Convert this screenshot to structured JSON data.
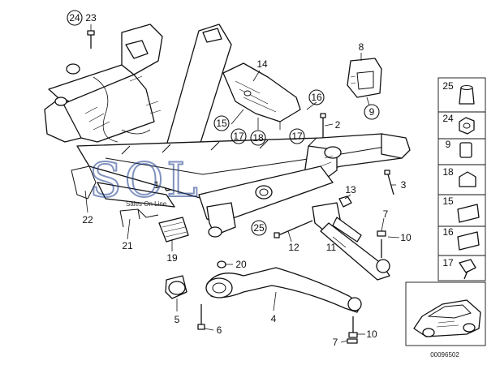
{
  "callouts": {
    "c24": "24",
    "c23": "23",
    "c14": "14",
    "c8": "8",
    "c9": "9",
    "c16": "16",
    "c15": "15",
    "c17a": "17",
    "c18": "18",
    "c17b": "17",
    "c2": "2",
    "c13": "13",
    "c3": "3",
    "c22": "22",
    "c21": "21",
    "c19": "19",
    "c25": "25",
    "c12": "12",
    "c7a": "7",
    "c10a": "10",
    "c11": "11",
    "c20": "20",
    "c5": "5",
    "c6": "6",
    "c4": "4",
    "c7b": "7",
    "c10b": "10",
    "c1": "1"
  },
  "side_panel": {
    "items": [
      "25",
      "24",
      "9",
      "18",
      "15",
      "16",
      "17"
    ]
  },
  "watermark": {
    "brand": "SOL",
    "tagline": "Sales On Line"
  },
  "diagram_code": "00096502"
}
